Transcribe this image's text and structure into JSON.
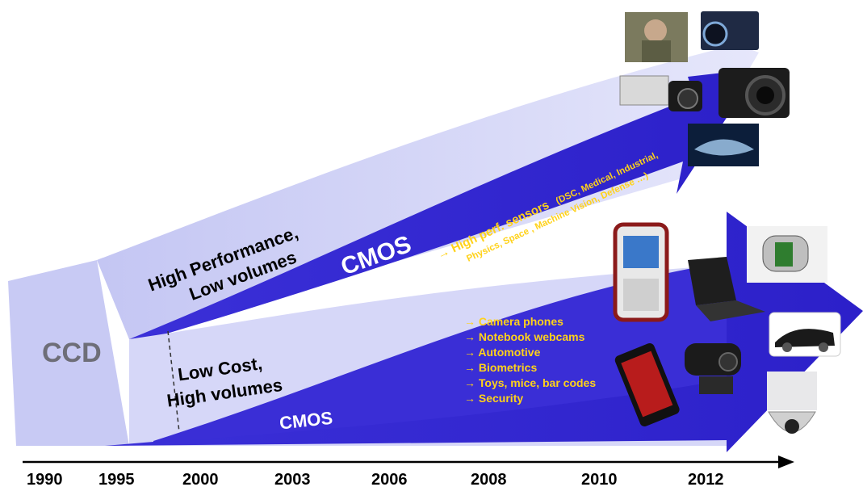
{
  "labels": {
    "ccd": "CCD",
    "high_perf_line1": "High Performance,",
    "high_perf_line2": "Low volumes",
    "low_cost_line1": "Low Cost,",
    "low_cost_line2": "High volumes",
    "cmos_top": "CMOS",
    "cmos_bottom": "CMOS",
    "high_perf_sensors_main": "→ High perf. sensors",
    "high_perf_sensors_detail1": "(DSC, Medical, Industrial,",
    "high_perf_sensors_detail2": "Physics, Space , Machine Vision, Defense …)"
  },
  "applications": [
    "→ Camera phones",
    " → Notebook webcams",
    "→ Automotive",
    "→ Biometrics",
    "→ Toys, mice, bar codes",
    "→ Security"
  ],
  "timeline": {
    "years": [
      "1990",
      "1995",
      "2000",
      "2003",
      "2006",
      "2008",
      "2010",
      "2012"
    ]
  },
  "images": [
    "soldier-photo",
    "industrial-camera-photo",
    "machine-vision-camera-photo",
    "dslr-camera-photo",
    "dental-xray-photo",
    "mobile-phone-photo",
    "laptop-photo",
    "capsule-sensor-photo",
    "sports-car-photo",
    "touch-phone-photo",
    "webcam-photo",
    "security-dome-camera-photo"
  ],
  "colors": {
    "ccd_fill": "#c8caf4",
    "light_arrow_fill": "#d2d3f7",
    "cmos_fill": "#3a2ed6",
    "cmos_dark": "#2a1fc4",
    "text_yellow": "#ffd21a",
    "ccd_text": "#6e6e78"
  }
}
